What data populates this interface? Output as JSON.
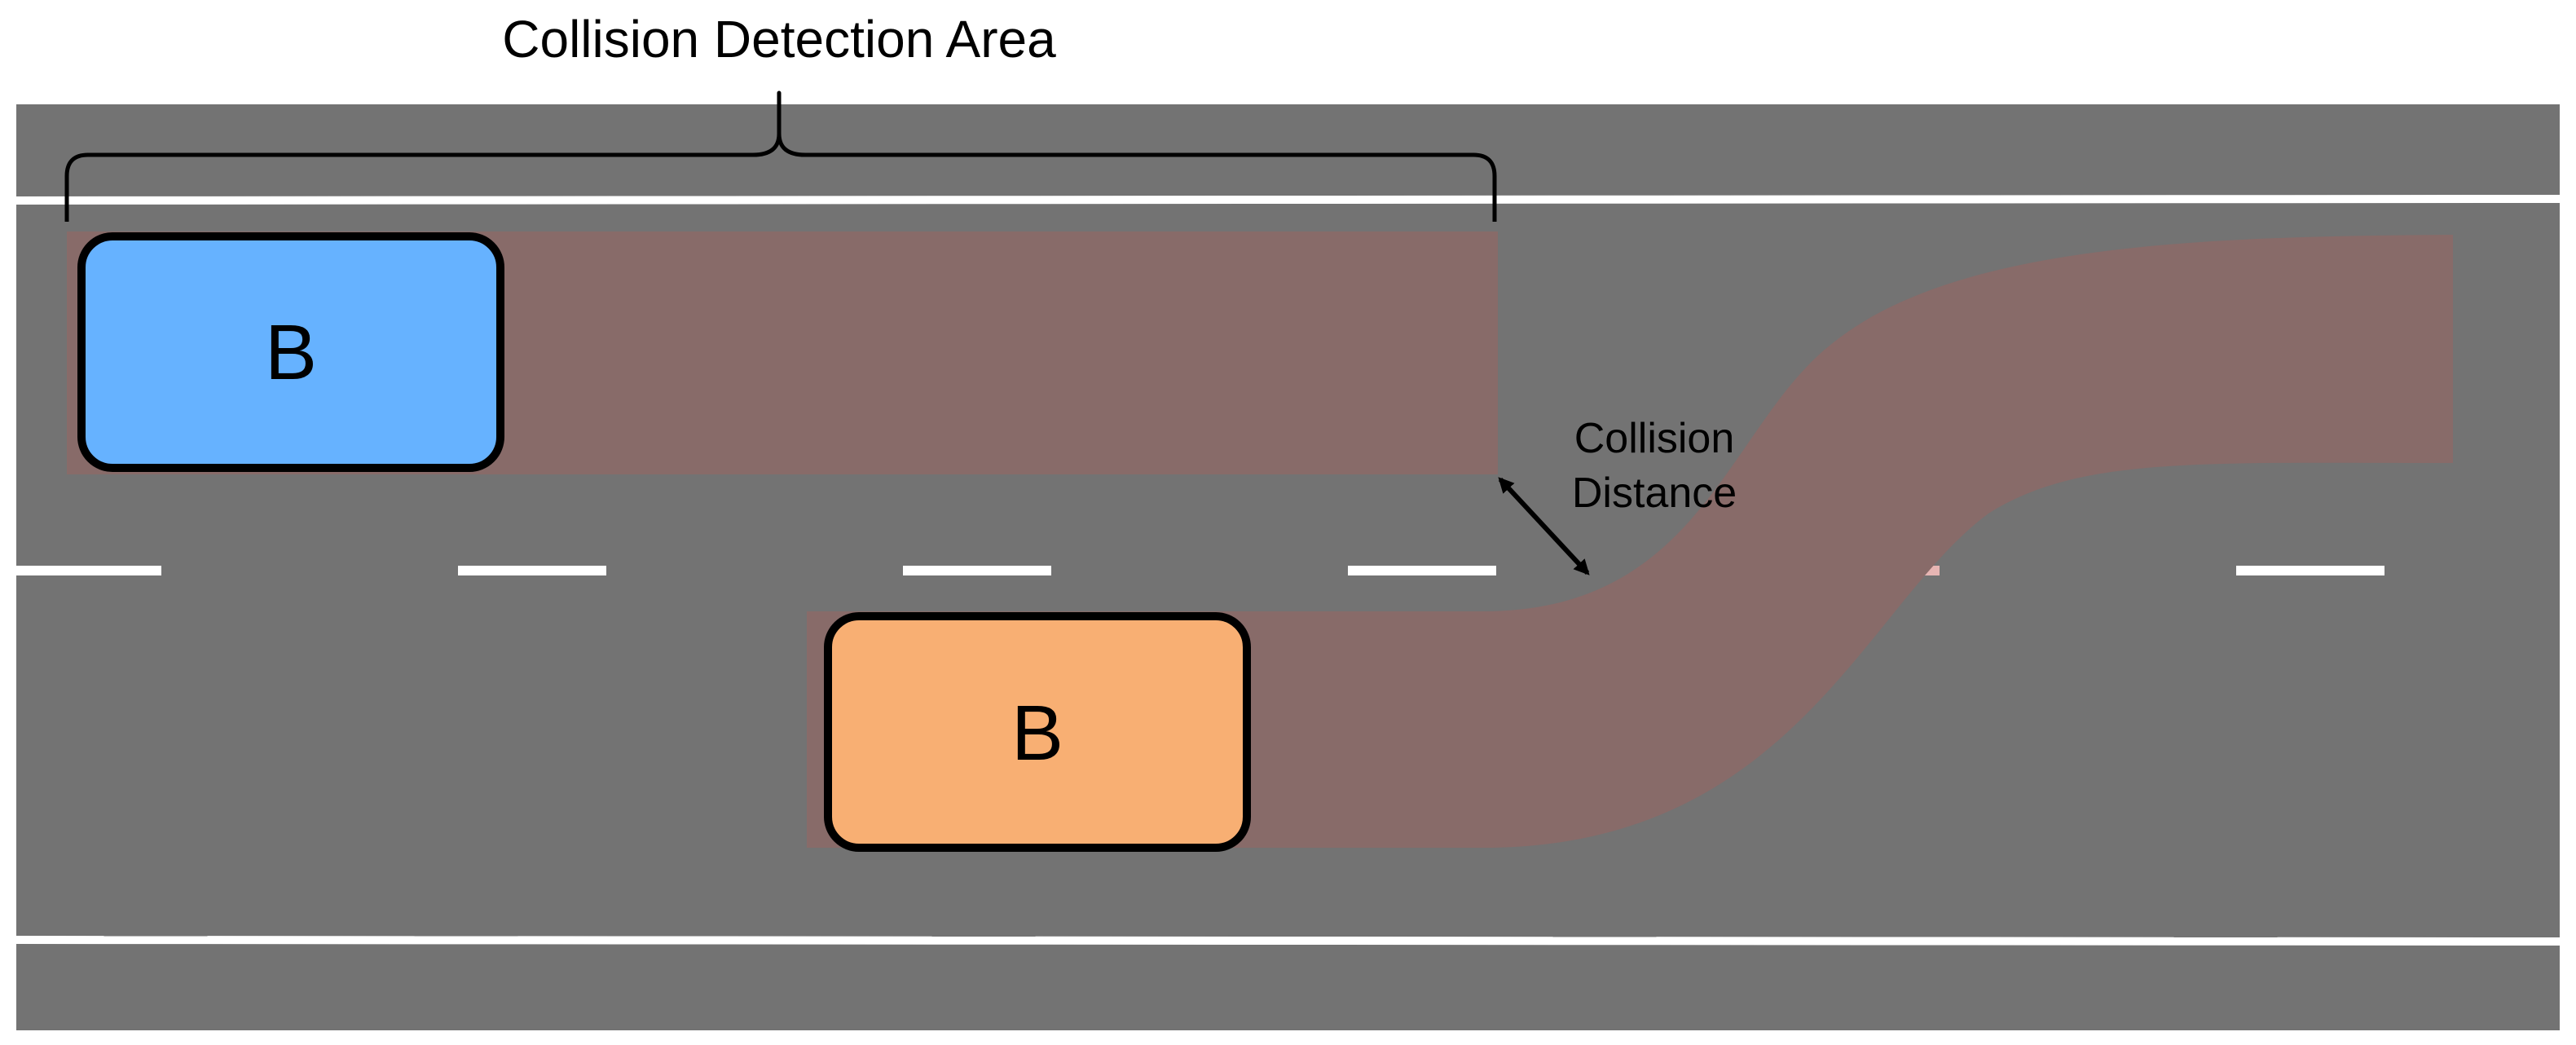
{
  "title": "Collision Detection Area",
  "collision_distance_label": [
    "Collision",
    "Distance"
  ],
  "vehicles": [
    {
      "label": "B",
      "color": "#66b2ff"
    },
    {
      "label": "B",
      "color": "#f8af73"
    }
  ],
  "colors": {
    "road": "#737373",
    "lane_marking": "#ffffff",
    "trajectory": "#886b69",
    "highlighted_dash": "#e6b5b3",
    "outline": "#000000"
  }
}
